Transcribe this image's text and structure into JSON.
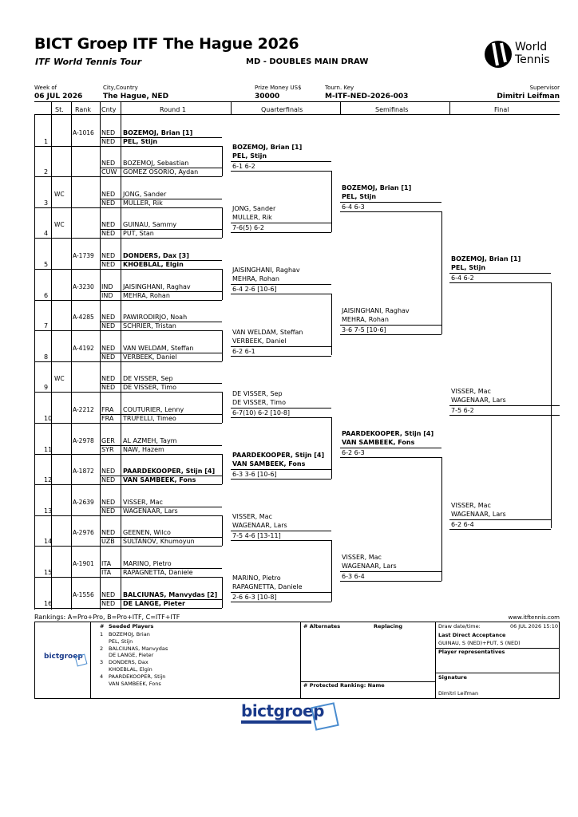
{
  "header": {
    "title": "BICT Groep ITF The Hague 2026",
    "tour": "ITF World Tennis Tour",
    "draw_name": "MD - DOUBLES MAIN DRAW",
    "logo_text_1": "World",
    "logo_text_2": "Tennis"
  },
  "info": {
    "week_label": "Week of",
    "week_value": "06 JUL 2026",
    "city_label": "City,Country",
    "city_value": "The Hague, NED",
    "prize_label": "Prize Money US$",
    "prize_value": "30000",
    "key_label": "Tourn. Key",
    "key_value": "M-ITF-NED-2026-003",
    "supervisor_label": "Supervisor",
    "supervisor_value": "Dimitri Leifman"
  },
  "columns": {
    "st": "St.",
    "rank": "Rank",
    "cnty": "Cnty",
    "round1": "Round 1",
    "qf": "Quarterfinals",
    "sf": "Semifinals",
    "final": "Final"
  },
  "entries": [
    {
      "num": "1",
      "st": "",
      "rank": "A-1016",
      "c1": "NED",
      "c2": "NED",
      "p1": "BOZEMOJ, Brian [1]",
      "p2": "PEL, Stijn",
      "bold": true
    },
    {
      "num": "2",
      "st": "",
      "rank": "",
      "c1": "NED",
      "c2": "CUW",
      "p1": "BOZEMOJ, Sebastian",
      "p2": "GOMEZ OSORIO, Aydan",
      "bold": false
    },
    {
      "num": "3",
      "st": "WC",
      "rank": "",
      "c1": "NED",
      "c2": "NED",
      "p1": "JONG, Sander",
      "p2": "MULLER, Rik",
      "bold": false
    },
    {
      "num": "4",
      "st": "WC",
      "rank": "",
      "c1": "NED",
      "c2": "NED",
      "p1": "GUINAU, Sammy",
      "p2": "PUT, Stan",
      "bold": false
    },
    {
      "num": "5",
      "st": "",
      "rank": "A-1739",
      "c1": "NED",
      "c2": "NED",
      "p1": "DONDERS, Dax [3]",
      "p2": "KHOEBLAL, Elgin",
      "bold": true
    },
    {
      "num": "6",
      "st": "",
      "rank": "A-3230",
      "c1": "IND",
      "c2": "IND",
      "p1": "JAISINGHANI, Raghav",
      "p2": "MEHRA, Rohan",
      "bold": false
    },
    {
      "num": "7",
      "st": "",
      "rank": "A-4285",
      "c1": "NED",
      "c2": "NED",
      "p1": "PAWIRODIRJO, Noah",
      "p2": "SCHRIER, Tristan",
      "bold": false
    },
    {
      "num": "8",
      "st": "",
      "rank": "A-4192",
      "c1": "NED",
      "c2": "NED",
      "p1": "VAN WELDAM, Steffan",
      "p2": "VERBEEK, Daniel",
      "bold": false
    },
    {
      "num": "9",
      "st": "WC",
      "rank": "",
      "c1": "NED",
      "c2": "NED",
      "p1": "DE VISSER, Sep",
      "p2": "DE VISSER, Timo",
      "bold": false
    },
    {
      "num": "10",
      "st": "",
      "rank": "A-2212",
      "c1": "FRA",
      "c2": "FRA",
      "p1": "COUTURIER, Lenny",
      "p2": "TRUFELLI, Timeo",
      "bold": false
    },
    {
      "num": "11",
      "st": "",
      "rank": "A-2978",
      "c1": "GER",
      "c2": "SYR",
      "p1": "AL AZMEH, Taym",
      "p2": "NAW, Hazem",
      "bold": false
    },
    {
      "num": "12",
      "st": "",
      "rank": "A-1872",
      "c1": "NED",
      "c2": "NED",
      "p1": "PAARDEKOOPER, Stijn [4]",
      "p2": "VAN SAMBEEK, Fons",
      "bold": true
    },
    {
      "num": "13",
      "st": "",
      "rank": "A-2639",
      "c1": "NED",
      "c2": "NED",
      "p1": "VISSER, Mac",
      "p2": "WAGENAAR, Lars",
      "bold": false
    },
    {
      "num": "14",
      "st": "",
      "rank": "A-2976",
      "c1": "NED",
      "c2": "UZB",
      "p1": "GEENEN, Wilco",
      "p2": "SULTANOV, Khumoyun",
      "bold": false
    },
    {
      "num": "15",
      "st": "",
      "rank": "A-1901",
      "c1": "ITA",
      "c2": "ITA",
      "p1": "MARINO, Pietro",
      "p2": "RAPAGNETTA, Daniele",
      "bold": false
    },
    {
      "num": "16",
      "st": "",
      "rank": "A-1556",
      "c1": "NED",
      "c2": "NED",
      "p1": "BALCIUNAS, Manvydas [2]",
      "p2": "DE LANGE, Pieter",
      "bold": true
    }
  ],
  "qf": [
    {
      "p1": "BOZEMOJ, Brian [1]",
      "p2": "PEL, Stijn",
      "score": "6-1 6-2",
      "bold": true
    },
    {
      "p1": "JONG, Sander",
      "p2": "MULLER, Rik",
      "score": "7-6(5) 6-2",
      "bold": false
    },
    {
      "p1": "JAISINGHANI, Raghav",
      "p2": "MEHRA, Rohan",
      "score": "6-4 2-6 [10-6]",
      "bold": false
    },
    {
      "p1": "VAN WELDAM, Steffan",
      "p2": "VERBEEK, Daniel",
      "score": "6-2 6-1",
      "bold": false
    },
    {
      "p1": "DE VISSER, Sep",
      "p2": "DE VISSER, Timo",
      "score": "6-7(10) 6-2 [10-8]",
      "bold": false
    },
    {
      "p1": "PAARDEKOOPER, Stijn [4]",
      "p2": "VAN SAMBEEK, Fons",
      "score": "6-3 3-6 [10-6]",
      "bold": true
    },
    {
      "p1": "VISSER, Mac",
      "p2": "WAGENAAR, Lars",
      "score": "7-5 4-6 [13-11]",
      "bold": false
    },
    {
      "p1": "MARINO, Pietro",
      "p2": "RAPAGNETTA, Daniele",
      "score": "2-6 6-3 [10-8]",
      "bold": false
    }
  ],
  "sf": [
    {
      "p1": "BOZEMOJ, Brian [1]",
      "p2": "PEL, Stijn",
      "score": "6-4 6-3",
      "bold": true
    },
    {
      "p1": "JAISINGHANI, Raghav",
      "p2": "MEHRA, Rohan",
      "score": "3-6 7-5 [10-6]",
      "bold": false
    },
    {
      "p1": "PAARDEKOOPER, Stijn [4]",
      "p2": "VAN SAMBEEK, Fons",
      "score": "6-2 6-3",
      "bold": true
    },
    {
      "p1": "VISSER, Mac",
      "p2": "WAGENAAR, Lars",
      "score": "6-3 6-4",
      "bold": false
    }
  ],
  "fin": [
    {
      "p1": "BOZEMOJ, Brian [1]",
      "p2": "PEL, Stijn",
      "score": "6-4 6-2",
      "bold": true
    },
    {
      "p1": "VISSER, Mac",
      "p2": "WAGENAAR, Lars",
      "score": "6-2 6-4",
      "bold": false
    }
  ],
  "champion": {
    "p1": "VISSER, Mac",
    "p2": "WAGENAAR, Lars",
    "score": "7-5 6-2"
  },
  "footer": {
    "rankings": "Rankings: A=Pro+Pro, B=Pro+ITF, C=ITF+ITF",
    "website": "www.itftennis.com",
    "sponsor": "bictgroep",
    "seeded_hash": "#",
    "seeded_title": "Seeded Players",
    "seeds": [
      {
        "n": "1",
        "a": "BOZEMOJ, Brian",
        "b": "PEL, Stijn"
      },
      {
        "n": "2",
        "a": "BALCIUNAS, Manvydas",
        "b": "DE LANGE, Pieter"
      },
      {
        "n": "3",
        "a": "DONDERS, Dax",
        "b": "KHOEBLAL, Elgin"
      },
      {
        "n": "4",
        "a": "PAARDEKOOPER, Stijn",
        "b": "VAN SAMBEEK, Fons"
      }
    ],
    "alternates": "# Alternates",
    "replacing": "Replacing",
    "protected": "# Protected Ranking: Name",
    "draw_date_label": "Draw date/time:",
    "draw_date_value": "06 JUL 2026 15:10",
    "last_da_label": "Last Direct Acceptance",
    "last_da_value": "GUINAU, S (NED)+PUT, S (NED)",
    "player_reps": "Player representatives",
    "signature": "Signature",
    "sig_name": "Dimitri Leifman"
  }
}
